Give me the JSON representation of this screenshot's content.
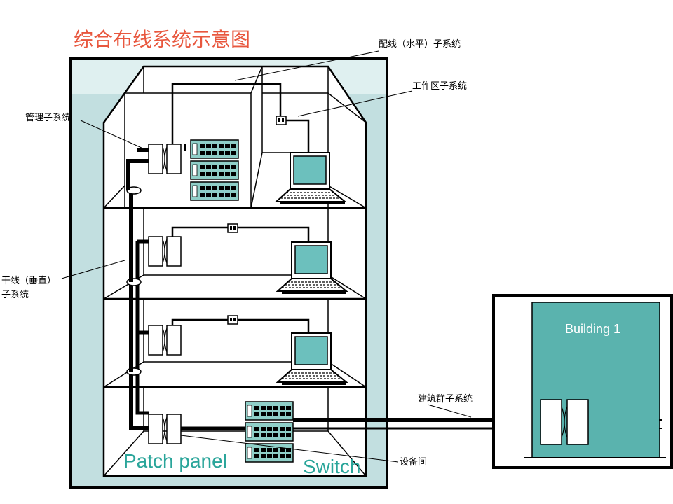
{
  "title": "综合布线系统示意图",
  "labels": {
    "horizontal": "配线（水平）子系统",
    "work_area": "工作区子系统",
    "admin": "管理子系统",
    "backbone_line1": "干线（垂直）",
    "backbone_line2": "子系统",
    "campus": "建筑群子系统",
    "equipment_room": "设备间",
    "patch_panel": "Patch panel",
    "switch": "Switch",
    "building": "Building 1"
  },
  "colors": {
    "title": "#e8573e",
    "building_bg": "#c2dfe0",
    "building_fill": "#5ab3ae",
    "teal_text": "#2aa59a",
    "screen": "#6cc0bd",
    "switch_body": "#8fcfc8"
  }
}
